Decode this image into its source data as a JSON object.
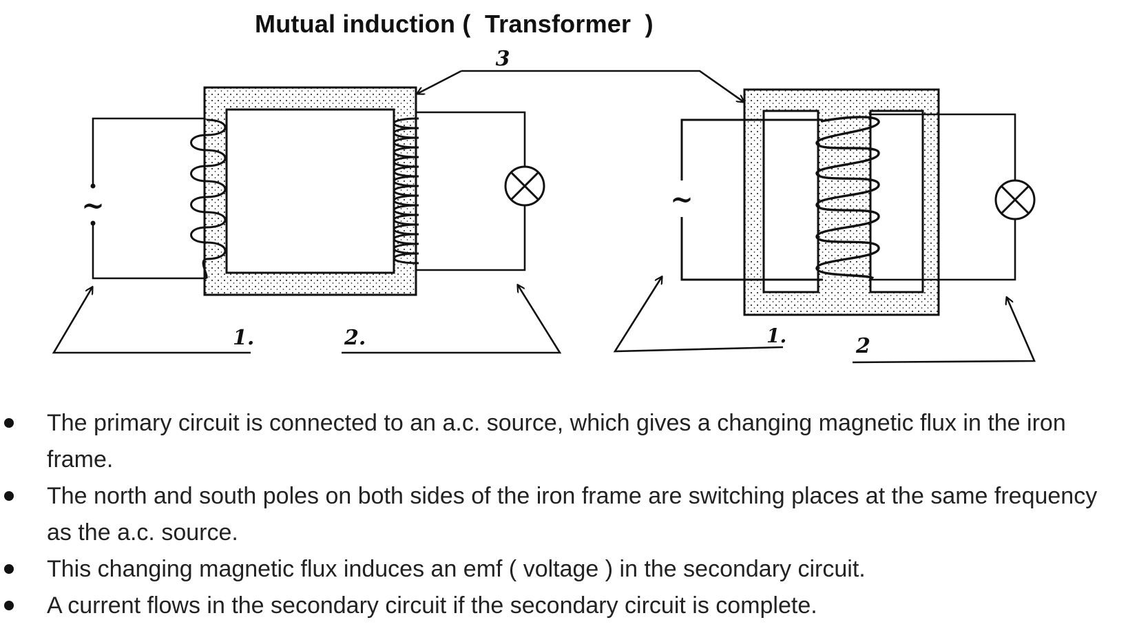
{
  "title": "Mutual induction (  Transformer  )",
  "diagram": {
    "core_label": "3",
    "left_transformer": {
      "source_symbol": "~",
      "primary_label": "1.",
      "secondary_label": "2."
    },
    "right_transformer": {
      "source_symbol": "~",
      "primary_label": "1.",
      "secondary_label": "2"
    },
    "icons": [
      "ac-source-icon",
      "lamp-icon",
      "coil-icon",
      "iron-core-icon",
      "arrow-icon"
    ]
  },
  "bullets": [
    "The primary circuit is connected to an a.c. source, which gives a changing magnetic flux in the iron frame.",
    "The north and south poles on both sides of the iron frame are switching places at the same frequency as the a.c. source.",
    "This changing magnetic flux induces an emf ( voltage ) in the secondary circuit.",
    "A current flows in the secondary circuit if the secondary circuit is complete."
  ]
}
